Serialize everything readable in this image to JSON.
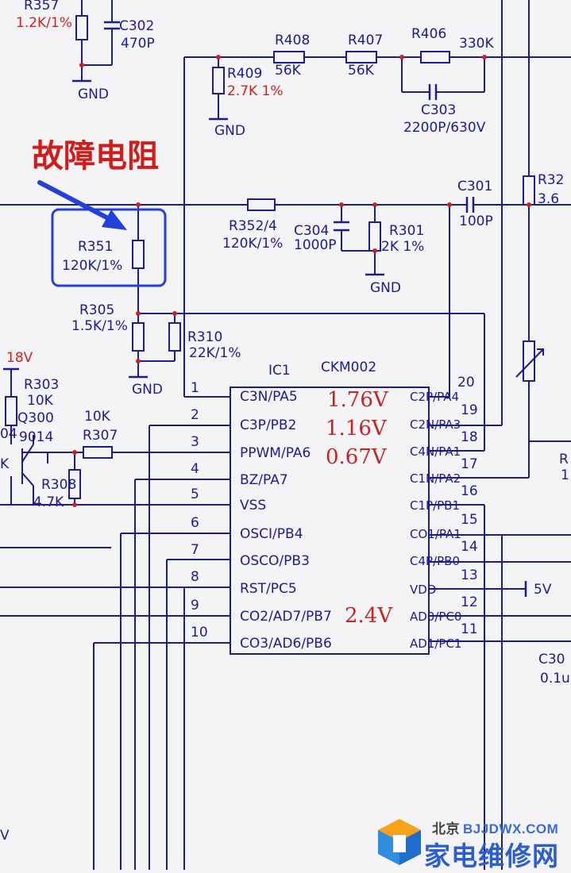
{
  "annotation": {
    "fault_label": "故障电阻"
  },
  "components": {
    "r357": "R357",
    "r357_val": "1.2K/1%",
    "c302": "C302",
    "c302_val": "470P",
    "r408": "R408",
    "r408_val": "56K",
    "r407": "R407",
    "r407_val": "56K",
    "r406": "R406",
    "r406_val": "330K",
    "r409": "R409",
    "r409_val": "2.7K 1%",
    "c303": "C303",
    "c303_val": "2200P/630V",
    "r352": "R352/4",
    "r352_val": "120K/1%",
    "c304": "C304",
    "c304_val": "1000P",
    "r301": "R301",
    "r301_val": "2K 1%",
    "c301": "C301",
    "c301_val": "100P",
    "r32x": "R32",
    "r32x_val": "3.6",
    "r351": "R351",
    "r351_val": "120K/1%",
    "r305": "R305",
    "r305_val": "1.5K/1%",
    "r310": "R310",
    "r310_val": "22K/1%",
    "r303": "R303",
    "r303_val": "10K",
    "q300": "Q300",
    "q300_val": "9014",
    "r307": "R307",
    "r307_val": "10K",
    "r308": "R308",
    "r308_val": "4.7K",
    "c30x": "C30",
    "c30x_val": "0.1u",
    "v18": "18V",
    "v5": "5V",
    "gnd": "GND",
    "edge_04": "04",
    "edge_k": "K",
    "edge_r": "R",
    "edge_1": "1",
    "edge_v": "V"
  },
  "ic": {
    "ref": "IC1",
    "part": "CKM002",
    "left_pins": [
      {
        "num": "1",
        "name": "C3N/PA5"
      },
      {
        "num": "2",
        "name": "C3P/PB2"
      },
      {
        "num": "3",
        "name": "PPWM/PA6"
      },
      {
        "num": "4",
        "name": "BZ/PA7"
      },
      {
        "num": "5",
        "name": "VSS"
      },
      {
        "num": "6",
        "name": "OSCI/PB4"
      },
      {
        "num": "7",
        "name": "OSCO/PB3"
      },
      {
        "num": "8",
        "name": "RST/PC5"
      },
      {
        "num": "9",
        "name": "CO2/AD7/PB7"
      },
      {
        "num": "10",
        "name": "CO3/AD6/PB6"
      }
    ],
    "right_pins": [
      {
        "num": "20",
        "name": "C2P/PA4"
      },
      {
        "num": "19",
        "name": "C2N/PA3"
      },
      {
        "num": "18",
        "name": "C4N/PA1"
      },
      {
        "num": "17",
        "name": "C1N/PA2"
      },
      {
        "num": "16",
        "name": "C1P/PB1"
      },
      {
        "num": "15",
        "name": "CO1/PA1"
      },
      {
        "num": "14",
        "name": "C4P/PB0"
      },
      {
        "num": "13",
        "name": "VDD"
      },
      {
        "num": "12",
        "name": "AD0/PC0"
      },
      {
        "num": "11",
        "name": "AD1/PC1"
      }
    ]
  },
  "measurements": [
    "1.76V",
    "1.16V",
    "0.67V",
    "2.4V"
  ],
  "watermark": {
    "city": "北京",
    "url": "BJJDWX.COM",
    "name": "家电维修网"
  },
  "colors": {
    "wire": "#1b1c8e",
    "annotation_red": "#c62424",
    "arrow_blue": "#2340d8"
  }
}
